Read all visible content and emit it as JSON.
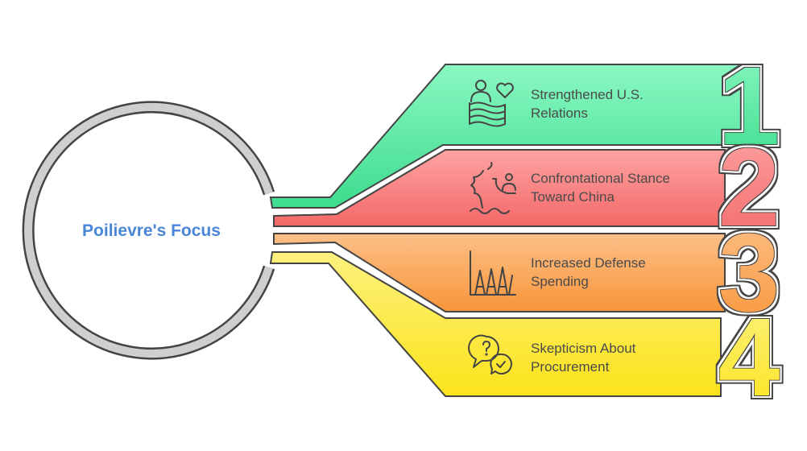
{
  "center": {
    "title": "Poilievre's Focus",
    "color": "#4a86d8"
  },
  "items": [
    {
      "number": "1",
      "line1": "Strengthened U.S.",
      "line2": "Relations",
      "icon": "person-heart-flag-icon",
      "color_top": "#8af8c2",
      "color_bottom": "#3ddc8e"
    },
    {
      "number": "2",
      "line1": "Confrontational Stance",
      "line2": "Toward China",
      "icon": "dragon-person-icon",
      "color_top": "#fda3a3",
      "color_bottom": "#f46868"
    },
    {
      "number": "3",
      "line1": "Increased Defense",
      "line2": "Spending",
      "icon": "missiles-chart-icon",
      "color_top": "#fdc088",
      "color_bottom": "#f8953a"
    },
    {
      "number": "4",
      "line1": "Skepticism About",
      "line2": "Procurement",
      "icon": "question-check-bubbles-icon",
      "color_top": "#fdf17e",
      "color_bottom": "#fbe31a"
    }
  ]
}
